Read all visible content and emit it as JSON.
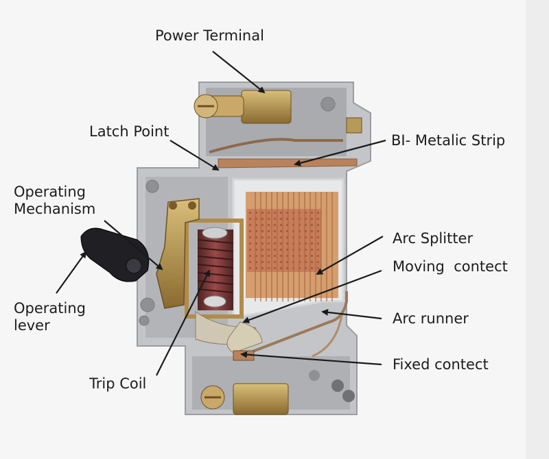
{
  "labels": {
    "power_terminal": "Power Terminal",
    "latch_point": "Latch Point",
    "bimetallic_strip": "BI- Metalic Strip",
    "operating_mechanism": "Operating\nMechanism",
    "arc_splitter": "Arc Splitter",
    "moving_contact": "Moving  contect",
    "operating_lever": "Operating\nlever",
    "arc_runner": "Arc runner",
    "trip_coil": "Trip Coil",
    "fixed_contact": "Fixed contect"
  },
  "colors": {
    "housing": "#bfc1c4",
    "copper": "#c4805a",
    "brass": "#b89a58",
    "spring": "#7a3a3a",
    "lever": "#1e1e22",
    "arrow": "#1a1a1a"
  }
}
